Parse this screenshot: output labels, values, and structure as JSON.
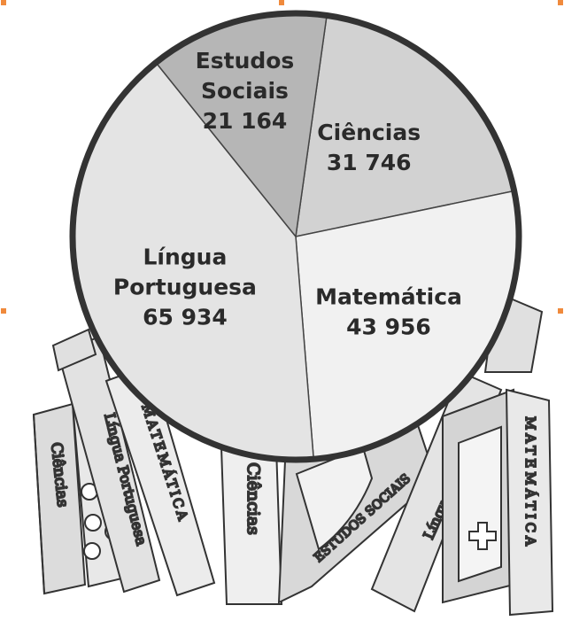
{
  "chart_data": {
    "type": "pie",
    "slices": [
      {
        "label_lines": [
          "Ciências"
        ],
        "value": 31746,
        "value_text": "31 746",
        "color": "#d2d2d2"
      },
      {
        "label_lines": [
          "Matemática"
        ],
        "value": 43956,
        "value_text": "43 956",
        "color": "#f1f1f1"
      },
      {
        "label_lines": [
          "Língua",
          "Portuguesa"
        ],
        "value": 65934,
        "value_text": "65 934",
        "color": "#e4e4e4"
      },
      {
        "label_lines": [
          "Estudos",
          "Sociais"
        ],
        "value": 21164,
        "value_text": "21 164",
        "color": "#b6b6b6"
      }
    ],
    "start_angle_deg": 278,
    "direction": "clockwise"
  },
  "books": {
    "spines": [
      "Ciências",
      "Língua Portuguesa",
      "MATEMÁTICA",
      "Ciências",
      "ESTUDOS SOCIAIS",
      "Língua Portuguesa",
      "MATEMÁTICA"
    ]
  },
  "colors": {
    "outline": "#333333",
    "book_fill": "#e6e6e6",
    "book_shade": "#cfcfcf",
    "handle": "#f08a3c"
  }
}
